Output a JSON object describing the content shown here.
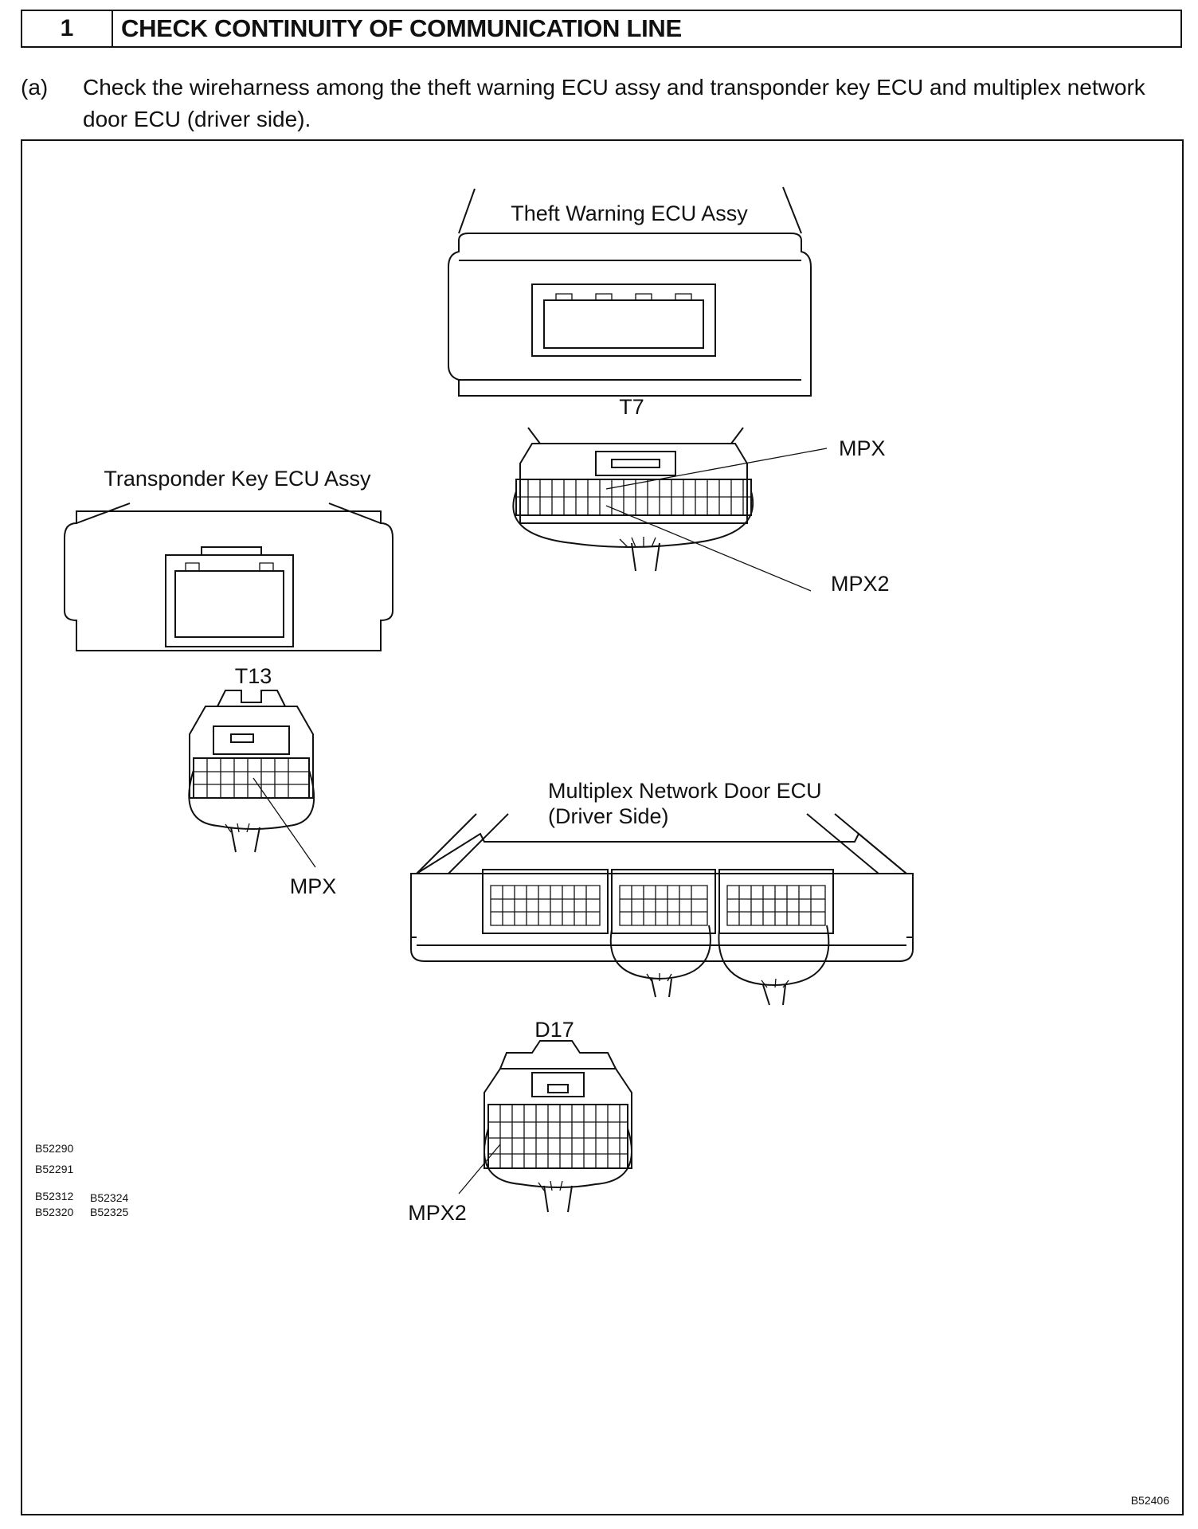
{
  "header": {
    "number": "1",
    "title": "CHECK CONTINUITY OF COMMUNICATION LINE"
  },
  "step": {
    "label": "(a)",
    "text": "Check the wireharness among the theft warning ECU assy and transponder key ECU and multiplex network door ECU (driver side)."
  },
  "figure": {
    "theft_ecu_label": "Theft Warning ECU Assy",
    "t7_label": "T7",
    "mpx_t7_label": "MPX",
    "mpx2_t7_label": "MPX2",
    "transponder_label": "Transponder Key ECU Assy",
    "t13_label": "T13",
    "mpx_t13_label": "MPX",
    "door_ecu_label_line1": "Multiplex Network Door ECU",
    "door_ecu_label_line2": "(Driver Side)",
    "d17_label": "D17",
    "mpx2_d17_label": "MPX2",
    "ref_codes": [
      "B52290",
      "B52291",
      "B52312",
      "B52324",
      "B52320",
      "B52325"
    ],
    "figure_code": "B52406"
  }
}
